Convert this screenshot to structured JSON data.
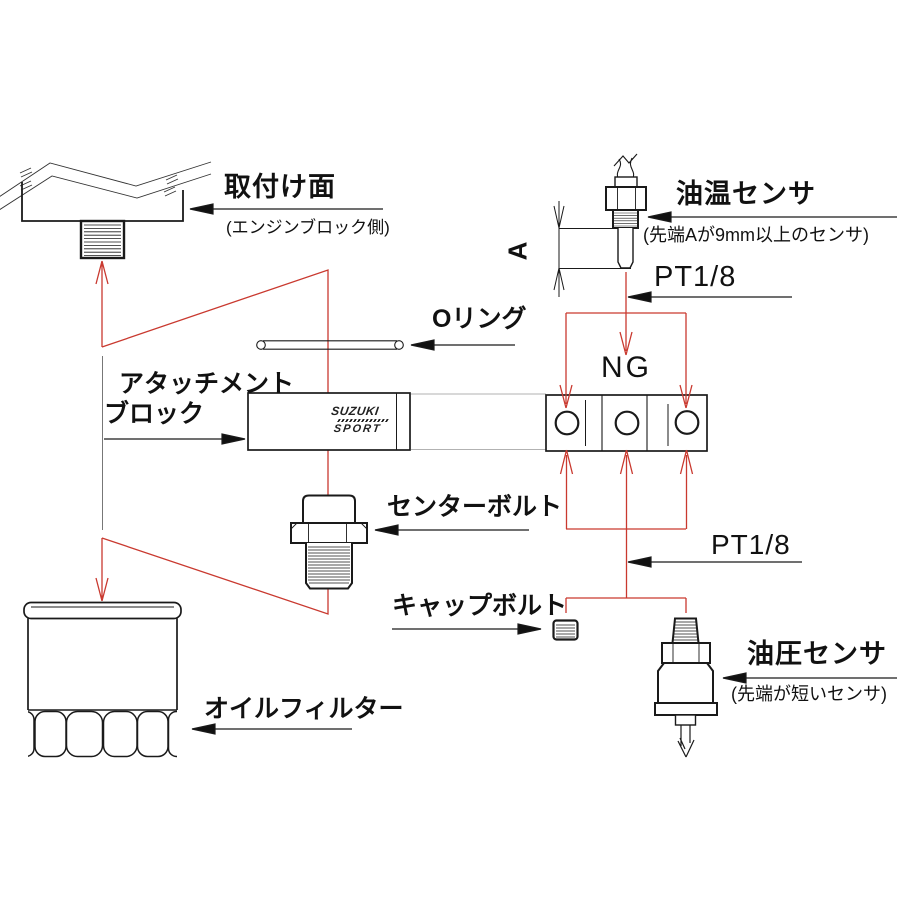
{
  "diagram": {
    "parts": {
      "mounting_surface": {
        "label": "取付け面",
        "note": "(エンジンブロック側)"
      },
      "oil_temp_sensor": {
        "label": "油温センサ",
        "note": "(先端Aが9mm以上のセンサ)",
        "thread": "PT1/8"
      },
      "o_ring": {
        "label": "Oリング"
      },
      "attachment_block": {
        "label_line1": "アタッチメント",
        "label_line2": "ブロック",
        "logo_line1": "SUZUKI",
        "logo_line2": "SPORT"
      },
      "center_bolt": {
        "label": "センターボルト"
      },
      "cap_bolt": {
        "label": "キャップボルト"
      },
      "oil_pressure_sensor": {
        "label": "油圧センサ",
        "note": "(先端が短いセンサ)",
        "thread": "PT1/8"
      },
      "oil_filter": {
        "label": "オイルフィルター"
      }
    },
    "annotations": {
      "ng": "NG",
      "dimension_a": "A"
    },
    "colors": {
      "line": "#1a1a1a",
      "red": "#c9392f",
      "background": "#ffffff"
    }
  }
}
